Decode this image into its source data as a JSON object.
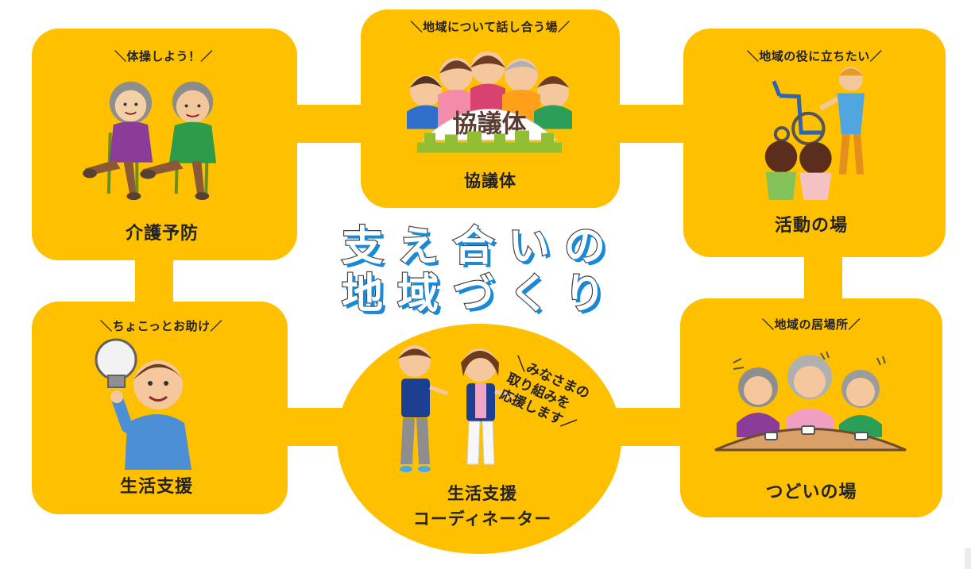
{
  "title": {
    "line1": "支え合いの",
    "line2": "地域づくり"
  },
  "panels": {
    "kaigo": {
      "slogan": "＼体操しよう！／",
      "title": "介護予防"
    },
    "kyogitai": {
      "slogan": "＼地域について話し合う場／",
      "sign": "協議体",
      "title": "協議体"
    },
    "katsudo": {
      "slogan": "＼地域の役に立ちたい／",
      "title": "活動の場"
    },
    "seikatsu": {
      "slogan": "＼ちょこっとお助け／",
      "title": "生活支援"
    },
    "tsudoi": {
      "slogan": "＼地域の居場所／",
      "title": "つどいの場"
    }
  },
  "coordinator": {
    "slogan_lines": [
      "＼みなさまの",
      "取り組みを",
      "応援します／"
    ],
    "title_line1": "生活支援",
    "title_line2": "コーディネーター"
  },
  "colors": {
    "panel_yellow": "#ffc000",
    "title_shadow_blue": "#1a89d6",
    "text_dark": "#222222"
  }
}
